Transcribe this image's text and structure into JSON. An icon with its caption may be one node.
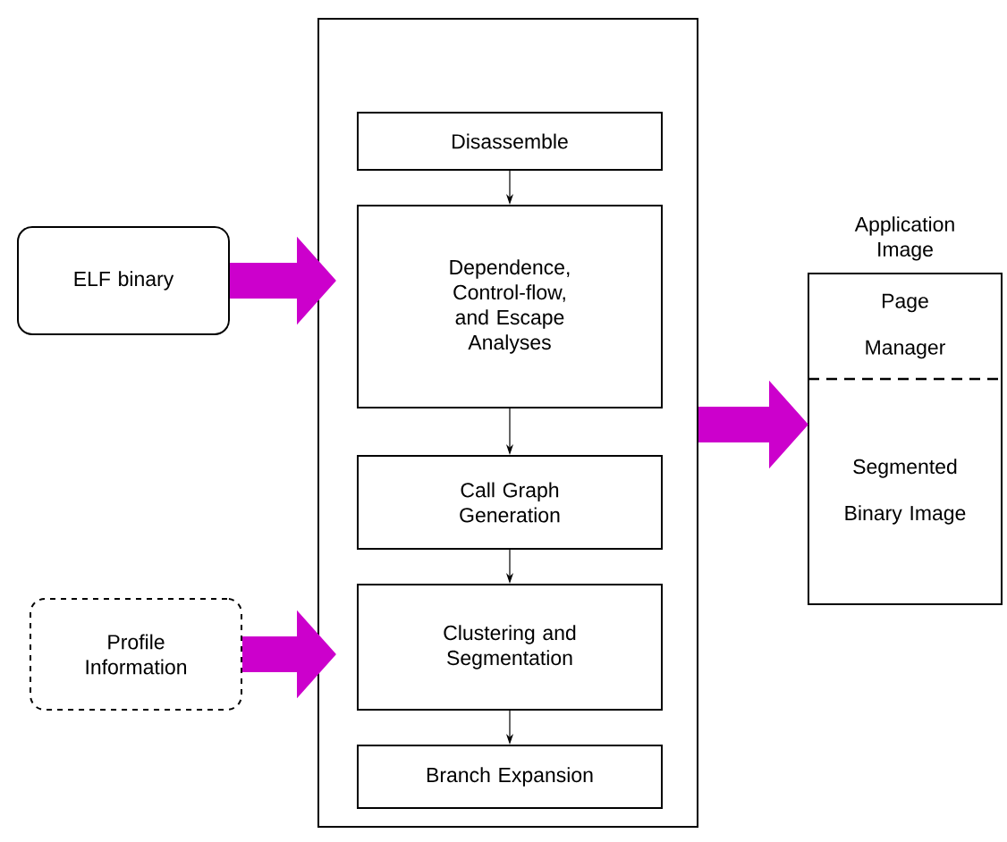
{
  "diagram": {
    "nodes": [
      {
        "text": [],
        "shape": "box"
      },
      {
        "text": [
          "Disassemble"
        ],
        "in": 0
      },
      {
        "text": [
          "Dependence, Control-flow, and Escape Analyses"
        ],
        "in": 0
      },
      {
        "text": [
          "Call Graph Generation"
        ],
        "in": 0
      },
      {
        "text": [
          "Clustering and Segmentation"
        ],
        "in": 0
      },
      {
        "text": [
          "Branch Expansion"
        ],
        "in": 0
      },
      {
        "text": [
          "ELF binary"
        ]
      },
      {
        "text": [
          "Profile Information"
        ]
      },
      {
        "text": [
          "Application Image"
        ]
      },
      {
        "text": [
          "Page Manager"
        ],
        "in": 8
      },
      {
        "text": [
          "Segmented Binary Image"
        ],
        "in": 8
      }
    ],
    "edges": [
      {
        "from": 1,
        "to": 2,
        "arrow": "to"
      },
      {
        "from": 2,
        "to": 3,
        "arrow": "to"
      },
      {
        "from": 3,
        "to": 4,
        "arrow": "to"
      },
      {
        "from": 4,
        "to": 5,
        "arrow": "to"
      },
      {
        "from": 6,
        "to": 2,
        "arrow": "to",
        "style": "thick",
        "color": "#cc00cc"
      },
      {
        "from": 7,
        "to": 4,
        "arrow": "to",
        "style": "thick",
        "color": "#cc00cc"
      },
      {
        "from": 0,
        "to": 8,
        "arrow": "to",
        "style": "thick",
        "color": "#cc00cc"
      }
    ]
  }
}
